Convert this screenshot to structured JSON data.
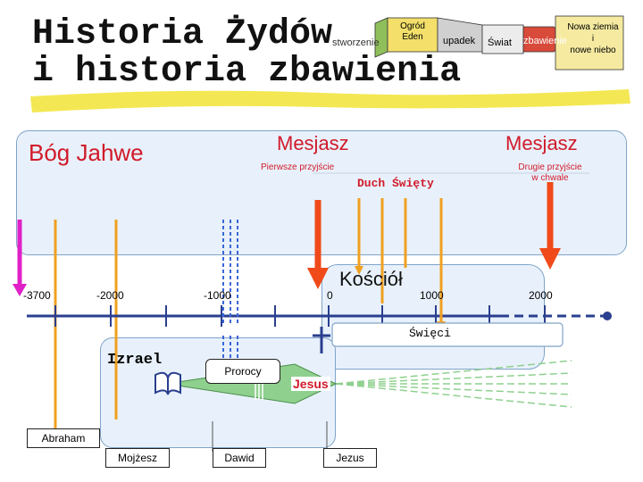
{
  "title": {
    "line1": "Historia Żydów",
    "line2": "i historia zbawienia"
  },
  "header_flow": {
    "creation": "stworzenie",
    "eden": "Ogród\nEden",
    "fall": "upadek",
    "world": "Świat",
    "salvation": "zbawienie",
    "new_earth": "Nowa ziemia\ni\nnowe niebo"
  },
  "labels": {
    "god": "Bóg Jahwe",
    "messiah_first": "Mesjasz",
    "first_coming": "Pierwsze przyjście",
    "messiah_second": "Mesjasz",
    "second_coming": "Drugie przyjście\nw chwale",
    "holy_spirit": "Duch Święty",
    "church": "Kościół",
    "saints": "Święci",
    "israel": "Izrael",
    "prophets": "Prorocy",
    "jesus_center": "Jesus"
  },
  "timeline": {
    "ticks": [
      "-3700",
      "-2000",
      "-1000",
      "0",
      "1000",
      "2000"
    ]
  },
  "people": [
    "Abraham",
    "Mojżesz",
    "Dawid",
    "Jezus"
  ],
  "colors": {
    "god_arrow": "#e020c8",
    "messiah_arrow": "#f04a1a",
    "spirit_arrow": "#f0a020",
    "prophet_arrow": "#3a66d8",
    "panel_fill": "#e8f1fb",
    "yellow": "#f2e640",
    "timeline": "#2a3f8f"
  },
  "icons": [
    "book-icon",
    "cross-icon"
  ]
}
